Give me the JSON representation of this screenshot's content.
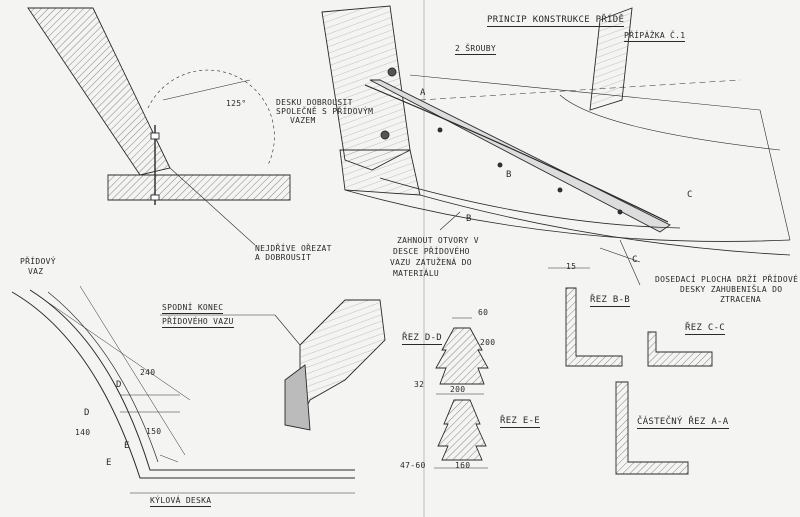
{
  "colors": {
    "paper": "#f4f4f2",
    "ink": "#2a2a2a",
    "fold": "#d8d8d4"
  },
  "labels": {
    "title": "PRINCIP KONSTRUKCE PŘÍDĚ",
    "pripazka": "PŘÍPÁŽKA Č.1",
    "sroub": "2 ŠROUBY",
    "deska_l1": "DESKU DOBROUSIT",
    "deska_l2": "SPOLEČNĚ S PŘÍDOVÝM",
    "deska_l3": "VAZEM",
    "angle": "125°",
    "nejdrive_l1": "NEJDŘÍVE OŘEZAT",
    "nejdrive_l2": "A DOBROUSIT",
    "zahnout_l1": "ZAHNOUT OTVORY V",
    "zahnout_l2": "DESCE PŘÍDOVÉHO",
    "zahnout_l3": "VAZU ZATUŽENÁ DO",
    "zahnout_l4": "MATERIÁLU",
    "dosedaci_l1": "DOSEDACÍ PLOCHA DRŽÍ PŘÍDOVÉ",
    "dosedaci_l2": "DESKY ZAHUBENIŠLA DO",
    "dosedaci_l3": "ZTRACENA",
    "pridovy_l1": "PŘÍDOVÝ",
    "pridovy_l2": "VAZ",
    "spodni_l1": "SPODNÍ KONEC",
    "spodni_l2": "PŘÍDOVÉHO VAZU",
    "kylova": "KÝLOVÁ DESKA",
    "rez_dd": "ŘEZ D-D",
    "rez_ee": "ŘEZ E-E",
    "rez_bb": "ŘEZ B-B",
    "rez_cc": "ŘEZ C-C",
    "rez_aa": "ČÁSTEČNÝ ŘEZ A-A",
    "dim_60": "60",
    "dim_200": "200",
    "dim_200b": "200",
    "dim_32": "32",
    "dim_160": "160",
    "dim_47": "47-60",
    "dim_15": "15",
    "dim_240": "240",
    "dim_150": "150",
    "dim_140": "140",
    "mark_a": "A",
    "mark_b": "B",
    "mark_b2": "B",
    "mark_c": "C",
    "mark_c2": "C",
    "mark_d": "D",
    "mark_d2": "D",
    "mark_e": "E",
    "mark_e2": "E"
  }
}
